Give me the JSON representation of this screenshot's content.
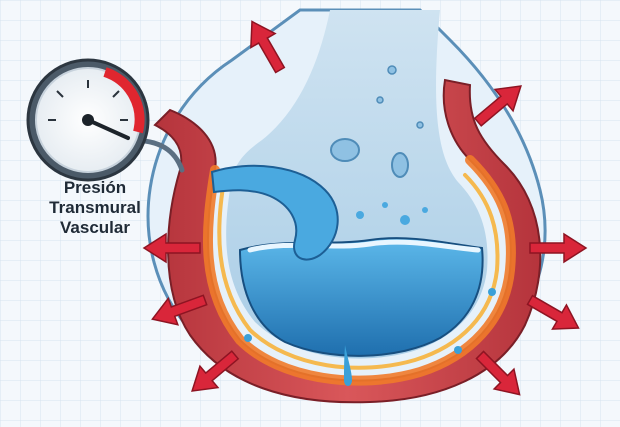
{
  "gauge": {
    "label_lines": [
      "Presión",
      "Transmural",
      "Vascular"
    ]
  },
  "colors": {
    "arrow": "#d9263a",
    "vessel_wall": "#c8434a",
    "inflamed": "#f07a2a",
    "fluid": "#3aa0d8",
    "lumen": "#bcd9ec",
    "grid": "#d6e3ef"
  },
  "icons": [
    "pressure-gauge-icon",
    "outward-arrow-icon"
  ]
}
